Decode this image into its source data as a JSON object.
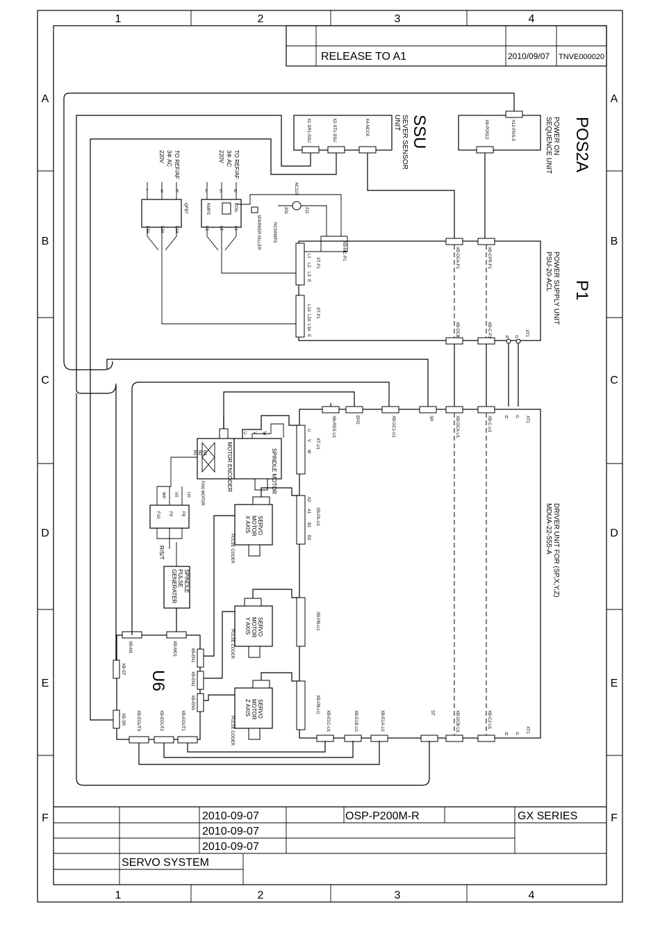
{
  "grid": {
    "columns": [
      "1",
      "2",
      "3",
      "4"
    ],
    "rows": [
      "A",
      "B",
      "C",
      "D",
      "E",
      "F"
    ]
  },
  "revision": {
    "description": "RELEASE TO A1",
    "date": "2010/09/07",
    "number": "TNVE000020"
  },
  "title_block": {
    "dates": [
      "2010-09-07",
      "2010-09-07",
      "2010-09-07"
    ],
    "model": "OSP-P200M-R",
    "series": "GX SERIES",
    "drawing_title": "SERVO SYSTEM"
  },
  "units": {
    "ssu": {
      "name": "SSU",
      "desc1": "SEVER SENSOR",
      "desc2": "UNIT",
      "connectors": [
        "X1-SR1-SSU",
        "X2-ST1-SSU",
        "X4-NCCK"
      ]
    },
    "pos2a": {
      "name": "POS2A",
      "desc1": "POWER ON",
      "desc2": "SEQUENCE UNIT",
      "connectors": [
        "X8-POS12",
        "X12-POS-3"
      ]
    },
    "p1": {
      "name": "P1",
      "desc1": "POWER SUPPLY UNIT",
      "desc2": "PSU-20-ACL",
      "connectors": [
        "XB-DCA-P1",
        "XB-CPR-P1",
        "XB-DCB-P1",
        "XB-C-P1"
      ],
      "terminal": "XT1"
    },
    "driver": {
      "desc1": "DRIVER UNIT FOR (SP,X,Y,Z)",
      "desc2": "MDUA-22-555-A",
      "terminal": "XT1",
      "top_connectors": [
        "XB-RES-U1",
        "EPG",
        "XB-DC1-U1",
        "SR",
        "XB-DCA-U1",
        "XB-C-U1"
      ],
      "bottom_connectors": [
        "XB-E1C-U1",
        "XB-E1B-U1",
        "XB-E1A-U1",
        "ST",
        "XB-DCB-U1",
        "XB-C2-U1"
      ],
      "side_connectors": [
        "XT-U1",
        "XB-PA-U1",
        "XB-PB-U1",
        "XB-PB-U1"
      ]
    },
    "u6": {
      "name": "U6",
      "connectors": [
        "XB-M1",
        "XB-MO1",
        "XB-ST",
        "XB-SR",
        "XB-EN1",
        "XB-EN2",
        "XB-EN3",
        "XB-EOUT1",
        "XB-EOUT2",
        "XB-EOUT3"
      ]
    }
  },
  "power": {
    "kmps": {
      "label": "KMPS",
      "source": "TO REF/AF",
      "spec1": "3Φ AC",
      "spec2": "220V",
      "phases": [
        "R",
        "S",
        "T"
      ],
      "outputs": [
        "L1",
        "L2",
        "L3"
      ],
      "coil": "COIL"
    },
    "qfb7": {
      "label": "QFB7",
      "source": "TO REF/AF",
      "spec1": "3Φ AC",
      "spec2": "220V",
      "phases": [
        "R",
        "S",
        "T"
      ],
      "outputs": [
        "L1A",
        "L2A",
        "L3A"
      ]
    },
    "spark_killer": "SPARKER KILLER",
    "rcskmps": "RCSKMPS",
    "ac110": "AC110",
    "w201": "201",
    "w211": "211",
    "xbmc": "XB-MC-P1",
    "xtp1": "XT-P1",
    "terminals_a": [
      "L1",
      "L2",
      "L3",
      "E"
    ],
    "terminals_b": [
      "L1A",
      "L2A",
      "L3A",
      "E"
    ],
    "np": [
      "N",
      "P"
    ]
  },
  "devices": {
    "spindle_motor": "SPINDLE MOTOR",
    "motor_encoder": "MOTOR ENCODER",
    "fan_motor": "FAN MOTOR",
    "fan_phases": [
      "B1",
      "B2",
      "B3"
    ],
    "fuses": [
      "F10",
      "F9",
      "F8"
    ],
    "fan_wires": [
      "W0",
      "V0",
      "U0"
    ],
    "rst": "R/S/T",
    "spg": [
      "SPINDLE",
      "PULSE",
      "GENERATER"
    ],
    "servo_x": [
      "SERVO",
      "MOTOR",
      "X AXIS"
    ],
    "servo_y": [
      "SERVO",
      "MOTOR",
      "Y AXIS"
    ],
    "servo_z": [
      "SERVO",
      "MOTOR",
      "Z AXIS"
    ],
    "pulse_coder": "PULSE CODER",
    "spindle_terms": [
      "U",
      "V",
      "W"
    ],
    "axis_terms": [
      "A2",
      "A1",
      "B1",
      "B2"
    ]
  }
}
